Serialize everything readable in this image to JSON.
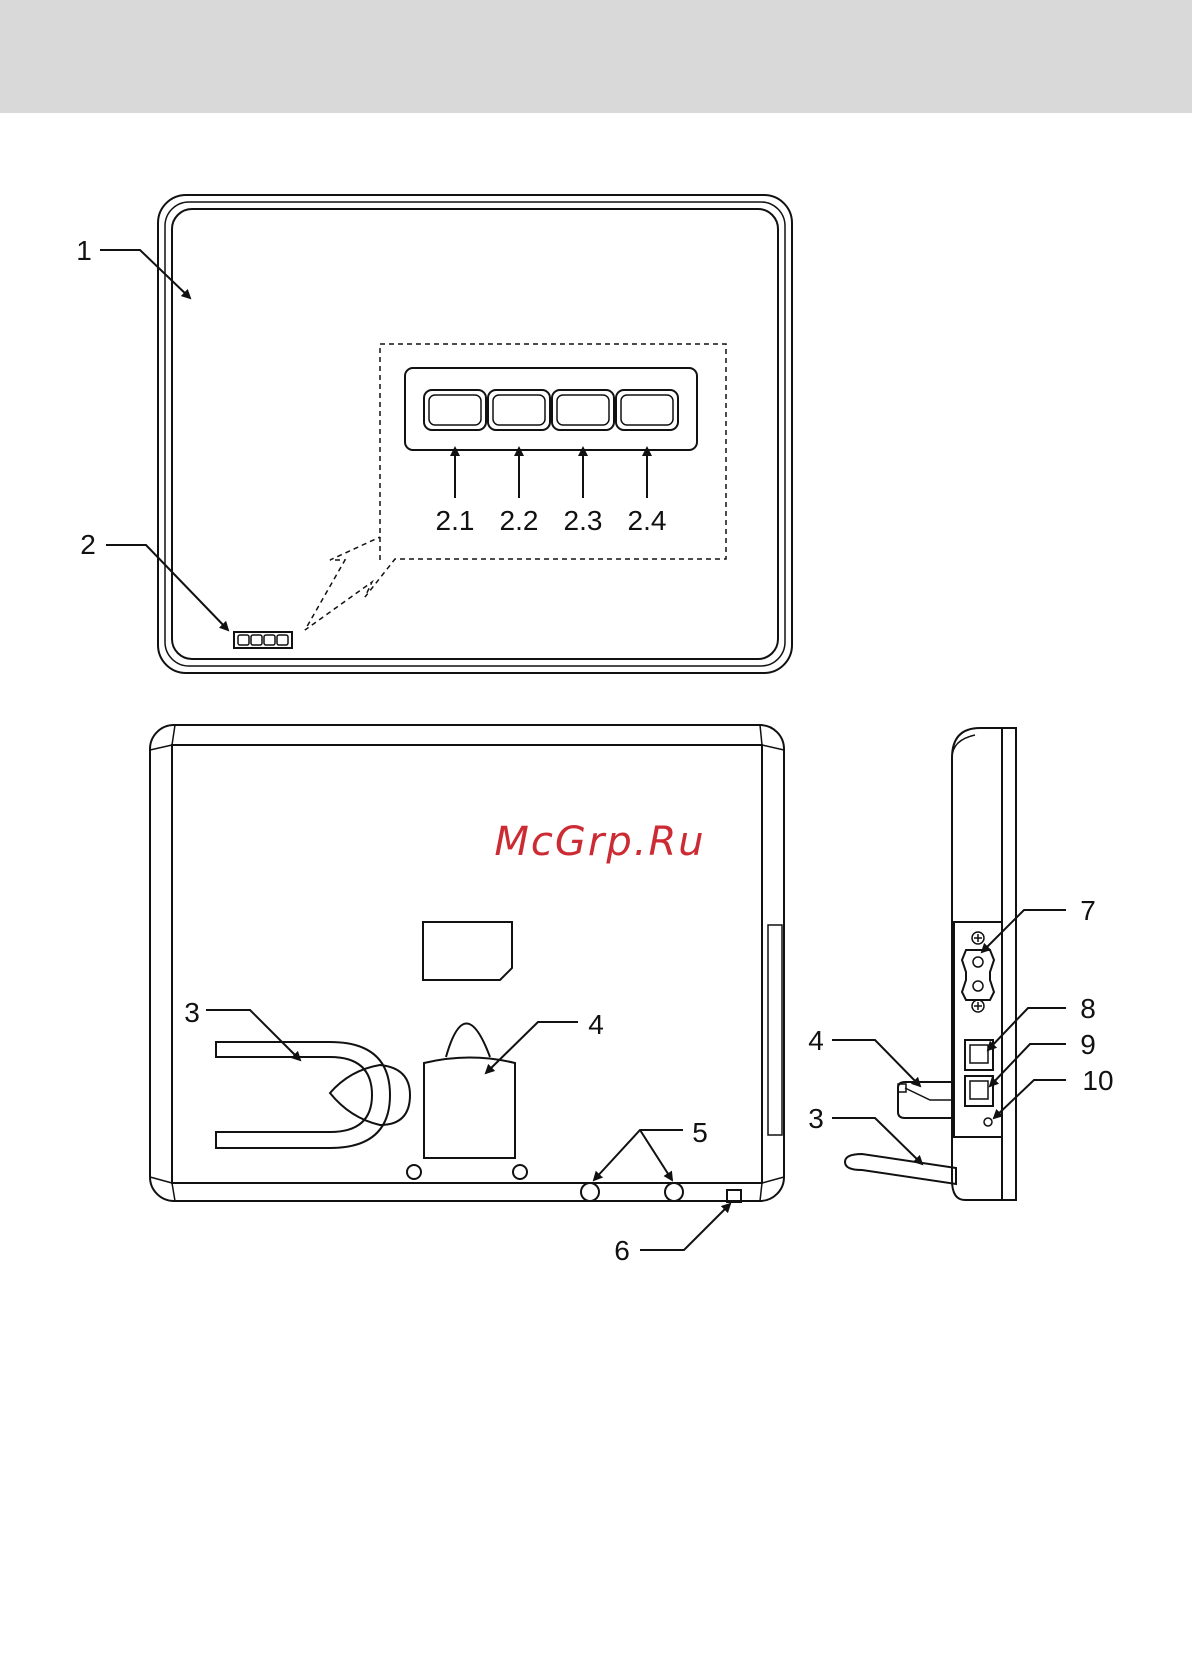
{
  "watermark": {
    "text": "McGrp.Ru",
    "color": "#cc2b33"
  },
  "header": {
    "band_color": "#d9d9d9"
  },
  "front_view": {
    "labels": {
      "body": "1",
      "button_panel": "2",
      "btn1": "2.1",
      "btn2": "2.2",
      "btn3": "2.3",
      "btn4": "2.4"
    }
  },
  "rear_view": {
    "labels": {
      "stand": "3",
      "hanger": "4",
      "feet": "5",
      "switch": "6"
    }
  },
  "side_view": {
    "labels": {
      "hanger": "4",
      "stand": "3",
      "power_socket": "7",
      "port_a": "8",
      "port_b": "9",
      "reset": "10"
    }
  }
}
